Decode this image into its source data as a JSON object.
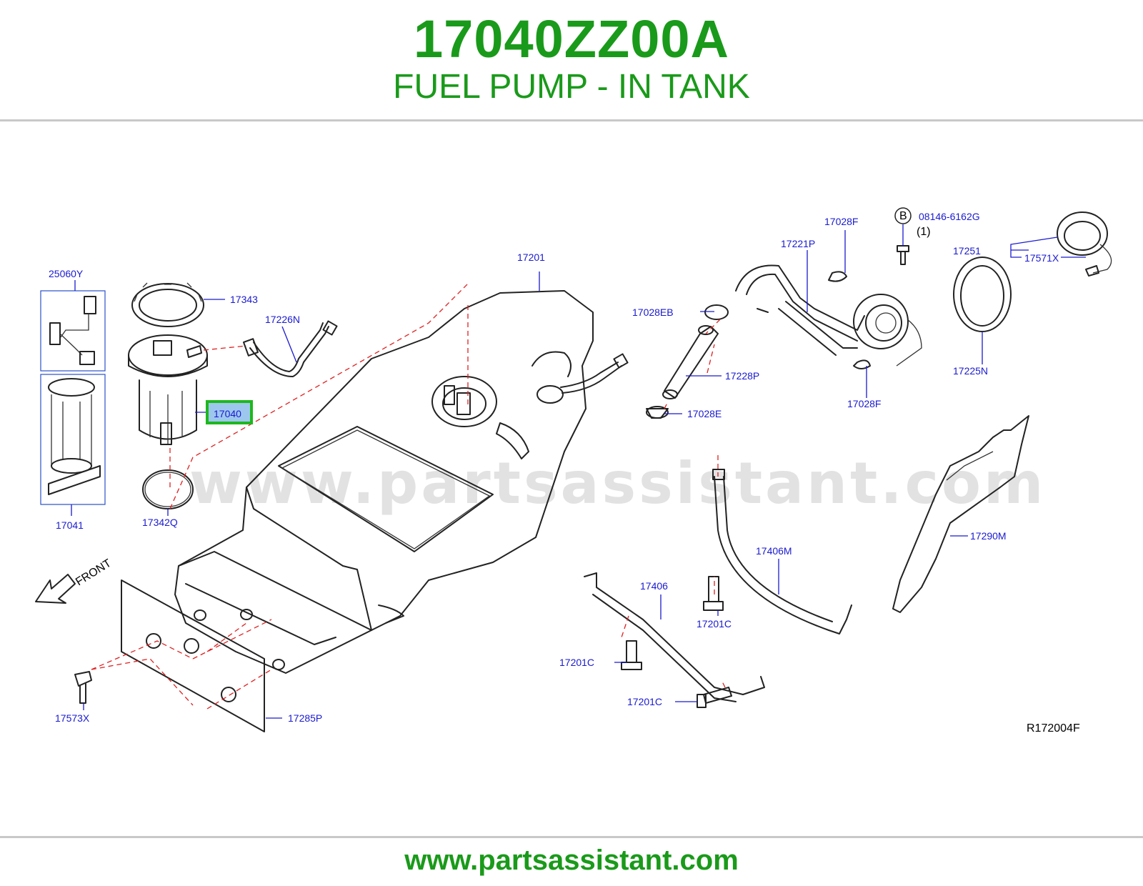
{
  "header": {
    "part_number": "17040ZZ00A",
    "part_description": "FUEL PUMP - IN TANK"
  },
  "diagram": {
    "watermark": "www.partsassistant.com",
    "reference_code": "R172004F",
    "front_label": "FRONT",
    "bolt_marker": "B",
    "callouts": {
      "c25060Y": "25060Y",
      "c17041": "17041",
      "c17343": "17343",
      "c17226N": "17226N",
      "c17040": "17040",
      "c17342Q": "17342Q",
      "c17201": "17201",
      "c17028EB": "17028EB",
      "c17228P": "17228P",
      "c17028E": "17028E",
      "c17221P": "17221P",
      "c17028F_top": "17028F",
      "c17028F_bottom": "17028F",
      "c08146": "08146-6162G",
      "c08146_qty": "(1)",
      "c17251": "17251",
      "c17571X": "17571X",
      "c17225N": "17225N",
      "c17290M": "17290M",
      "c17406M": "17406M",
      "c17406": "17406",
      "c17201C_a": "17201C",
      "c17201C_b": "17201C",
      "c17201C_c": "17201C",
      "c17573X": "17573X",
      "c17285P": "17285P"
    },
    "highlighted_callout": "17040",
    "highlight_color": "#1db81d"
  },
  "footer": {
    "url": "www.partsassistant.com"
  },
  "colors": {
    "brand_green": "#1a9a1a",
    "callout_blue": "#1a1ad0",
    "leader_red": "#e02020"
  }
}
